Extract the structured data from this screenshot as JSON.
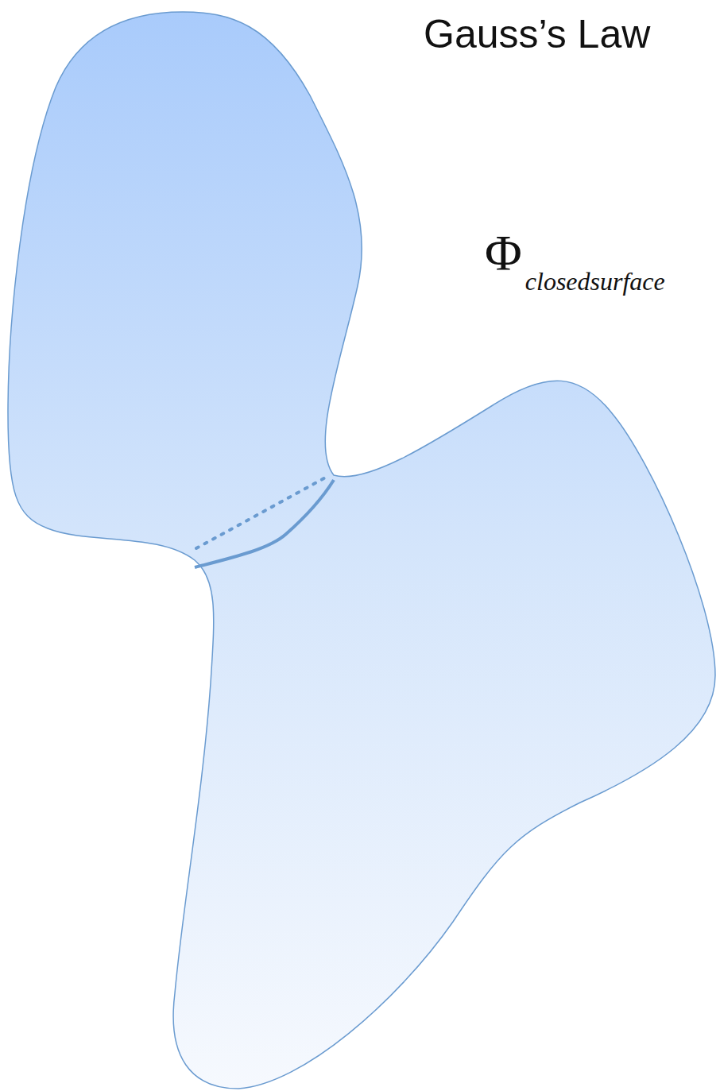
{
  "diagram": {
    "title": "Gauss’s Law",
    "labels": [
      "Φ",
      "closedsurface"
    ]
  }
}
